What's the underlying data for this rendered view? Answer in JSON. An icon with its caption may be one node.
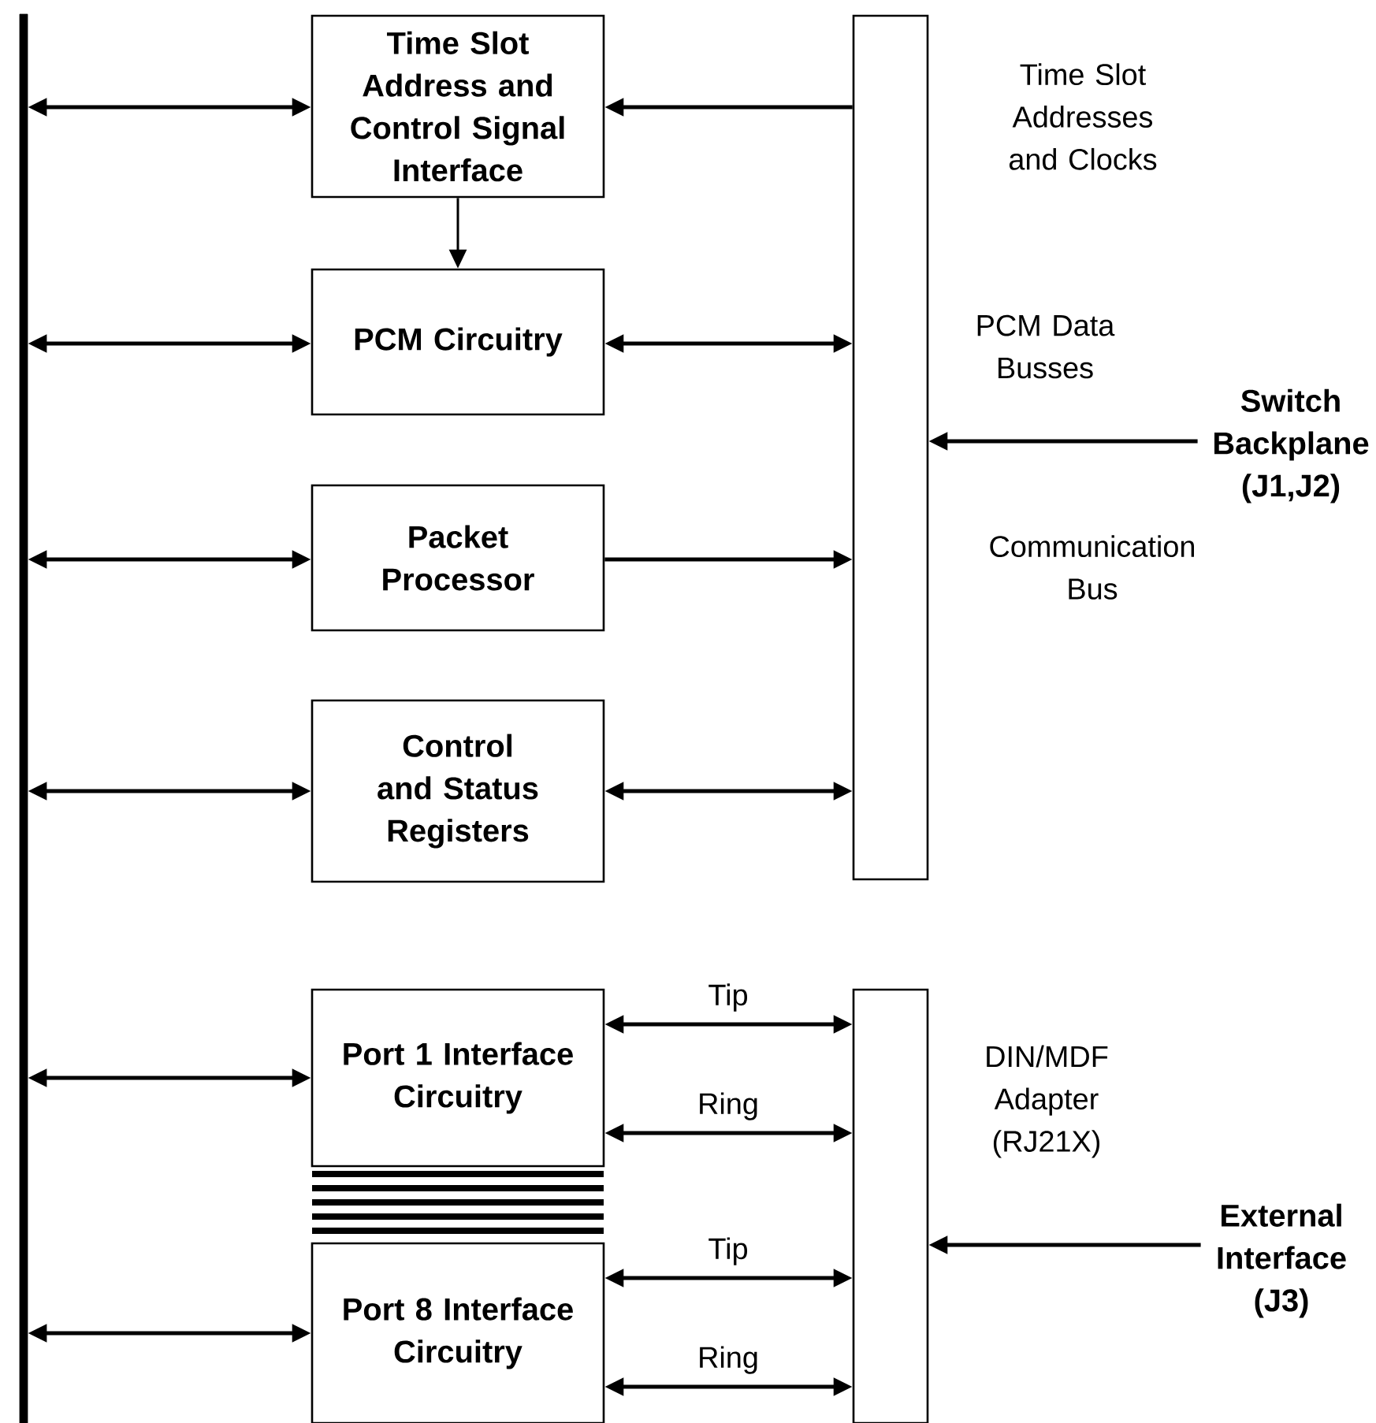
{
  "diagram": {
    "nodes": [
      {
        "text": [],
        "shape": "bar"
      },
      {
        "text": [
          "Time Slot Address and Control Signal Interface"
        ]
      },
      {
        "text": [
          "PCM Circuitry"
        ]
      },
      {
        "text": [
          "Packet Processor"
        ]
      },
      {
        "text": [
          "Control and Status Registers"
        ]
      },
      {
        "text": [],
        "shape": "bar",
        "beside": [
          "Time Slot Addresses and Clocks",
          "PCM Data Busses",
          "Communication Bus"
        ]
      },
      {
        "text": [
          "Port 1 Interface Circuitry"
        ]
      },
      {
        "text": [
          "Port 8 Interface Circuitry"
        ]
      },
      {
        "text": [],
        "shape": "bar",
        "beside": [
          "DIN/MDF Adapter (RJ21X)"
        ]
      },
      {
        "text": [
          "Switch Backplane (J1,J2)"
        ]
      },
      {
        "text": [
          "External Interface (J3)"
        ]
      }
    ],
    "edges": [
      {
        "from": 0,
        "to": 1,
        "arrow": "both"
      },
      {
        "from": 5,
        "to": 1,
        "arrow": "to"
      },
      {
        "from": 1,
        "to": 2,
        "arrow": "to"
      },
      {
        "from": 0,
        "to": 2,
        "arrow": "both"
      },
      {
        "from": 2,
        "to": 5,
        "arrow": "both"
      },
      {
        "from": 0,
        "to": 3,
        "arrow": "both"
      },
      {
        "from": 3,
        "to": 5,
        "arrow": "to"
      },
      {
        "from": 0,
        "to": 4,
        "arrow": "both"
      },
      {
        "from": 4,
        "to": 5,
        "arrow": "both"
      },
      {
        "from": 0,
        "to": 6,
        "arrow": "both"
      },
      {
        "from": 6,
        "to": 8,
        "arrow": "both",
        "label": "Tip"
      },
      {
        "from": 6,
        "to": 8,
        "arrow": "both",
        "label": "Ring"
      },
      {
        "from": 0,
        "to": 7,
        "arrow": "both"
      },
      {
        "from": 7,
        "to": 8,
        "arrow": "both",
        "label": "Tip"
      },
      {
        "from": 7,
        "to": 8,
        "arrow": "both",
        "label": "Ring"
      },
      {
        "from": 9,
        "to": 5,
        "arrow": "to"
      },
      {
        "from": 10,
        "to": 8,
        "arrow": "to"
      }
    ]
  }
}
